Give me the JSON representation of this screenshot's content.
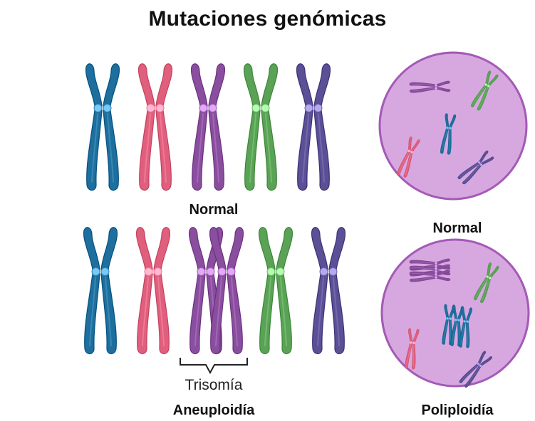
{
  "title": "Mutaciones genómicas",
  "labels": {
    "normal_karyotype": "Normal",
    "aneuploidy": "Aneuploidía",
    "trisomy": "Trisomía",
    "normal_cell": "Normal",
    "polyploidy": "Poliploidía"
  },
  "colors": {
    "blue": "#1f6f9e",
    "pink": "#e05f7d",
    "purple": "#8a4e9e",
    "green": "#5aa356",
    "indigo": "#5b4f95",
    "cell_fill": "#d7a8df",
    "cell_stroke": "#a45ab6",
    "bracket": "#222222"
  },
  "rows": {
    "normal": [
      "blue",
      "pink",
      "purple",
      "green",
      "indigo"
    ],
    "aneuploid": [
      {
        "color": "blue",
        "count": 2
      },
      {
        "color": "pink",
        "count": 2
      },
      {
        "color": "purple",
        "count": 3
      },
      {
        "color": "green",
        "count": 2
      },
      {
        "color": "indigo",
        "count": 2
      }
    ]
  },
  "cells": {
    "normal": [
      "purple",
      "green",
      "blue",
      "pink",
      "indigo"
    ],
    "polyploid": [
      "purple",
      "green",
      "blue",
      "pink",
      "indigo"
    ]
  }
}
